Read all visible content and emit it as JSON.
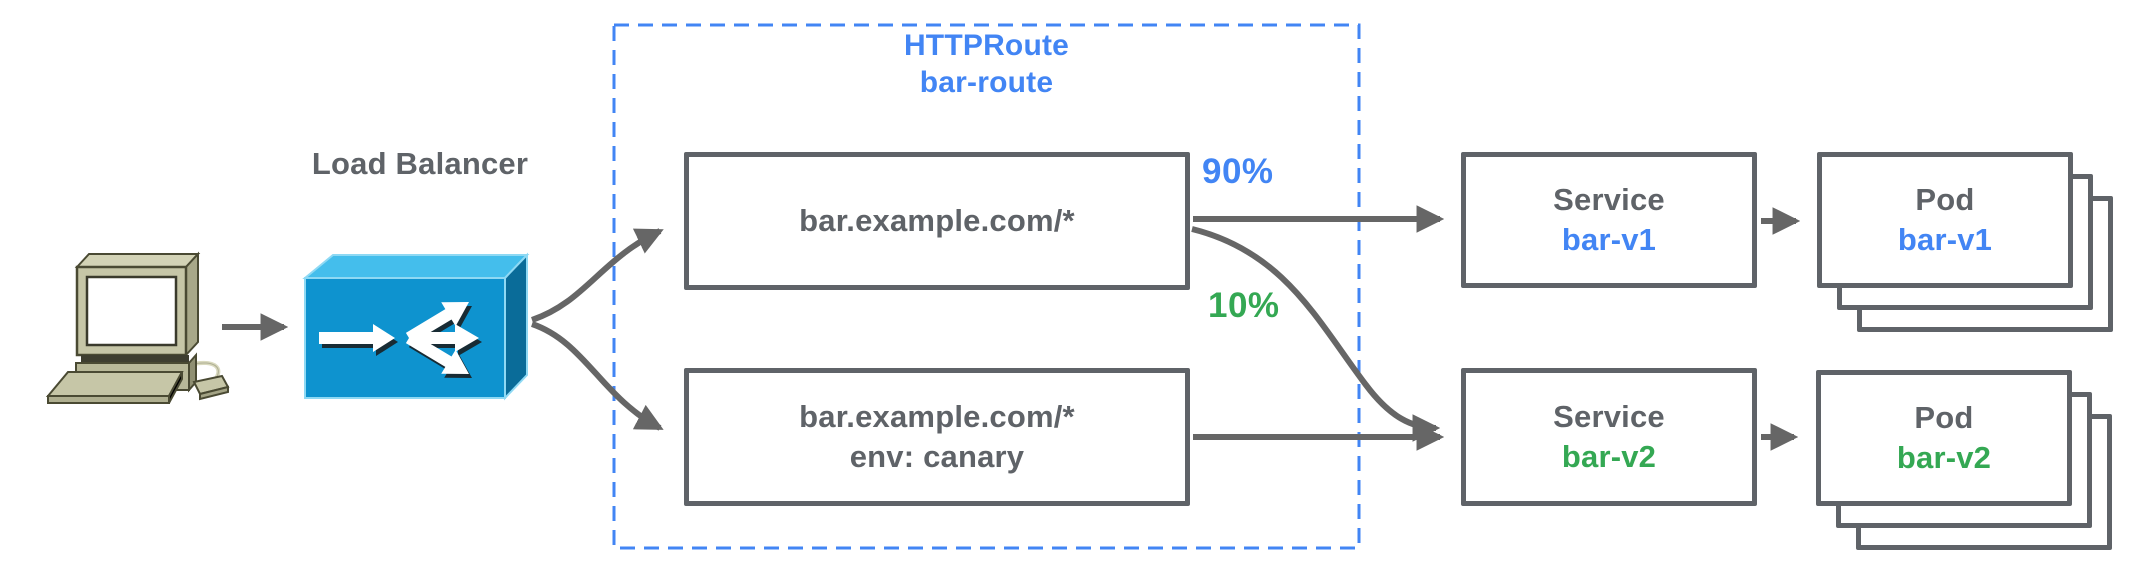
{
  "colors": {
    "blue": "#4285F4",
    "green": "#34A853",
    "gray_text": "#5F6368",
    "arrow": "#666666",
    "lb_front": "#0E93CF",
    "lb_top": "#44BEEC",
    "lb_side": "#0A6C99"
  },
  "client": {
    "icon": "desktop-computer-icon"
  },
  "load_balancer": {
    "label": "Load Balancer",
    "icon": "load-balancer-icon"
  },
  "httproute": {
    "kind": "HTTPRoute",
    "name": "bar-route"
  },
  "routes": [
    {
      "host": "bar.example.com/*"
    },
    {
      "host": "bar.example.com/*",
      "match": "env: canary"
    }
  ],
  "weights": {
    "primary": "90%",
    "canary": "10%"
  },
  "services": [
    {
      "kind": "Service",
      "name": "bar-v1"
    },
    {
      "kind": "Service",
      "name": "bar-v2"
    }
  ],
  "pods": [
    {
      "kind": "Pod",
      "name": "bar-v1"
    },
    {
      "kind": "Pod",
      "name": "bar-v2"
    }
  ]
}
